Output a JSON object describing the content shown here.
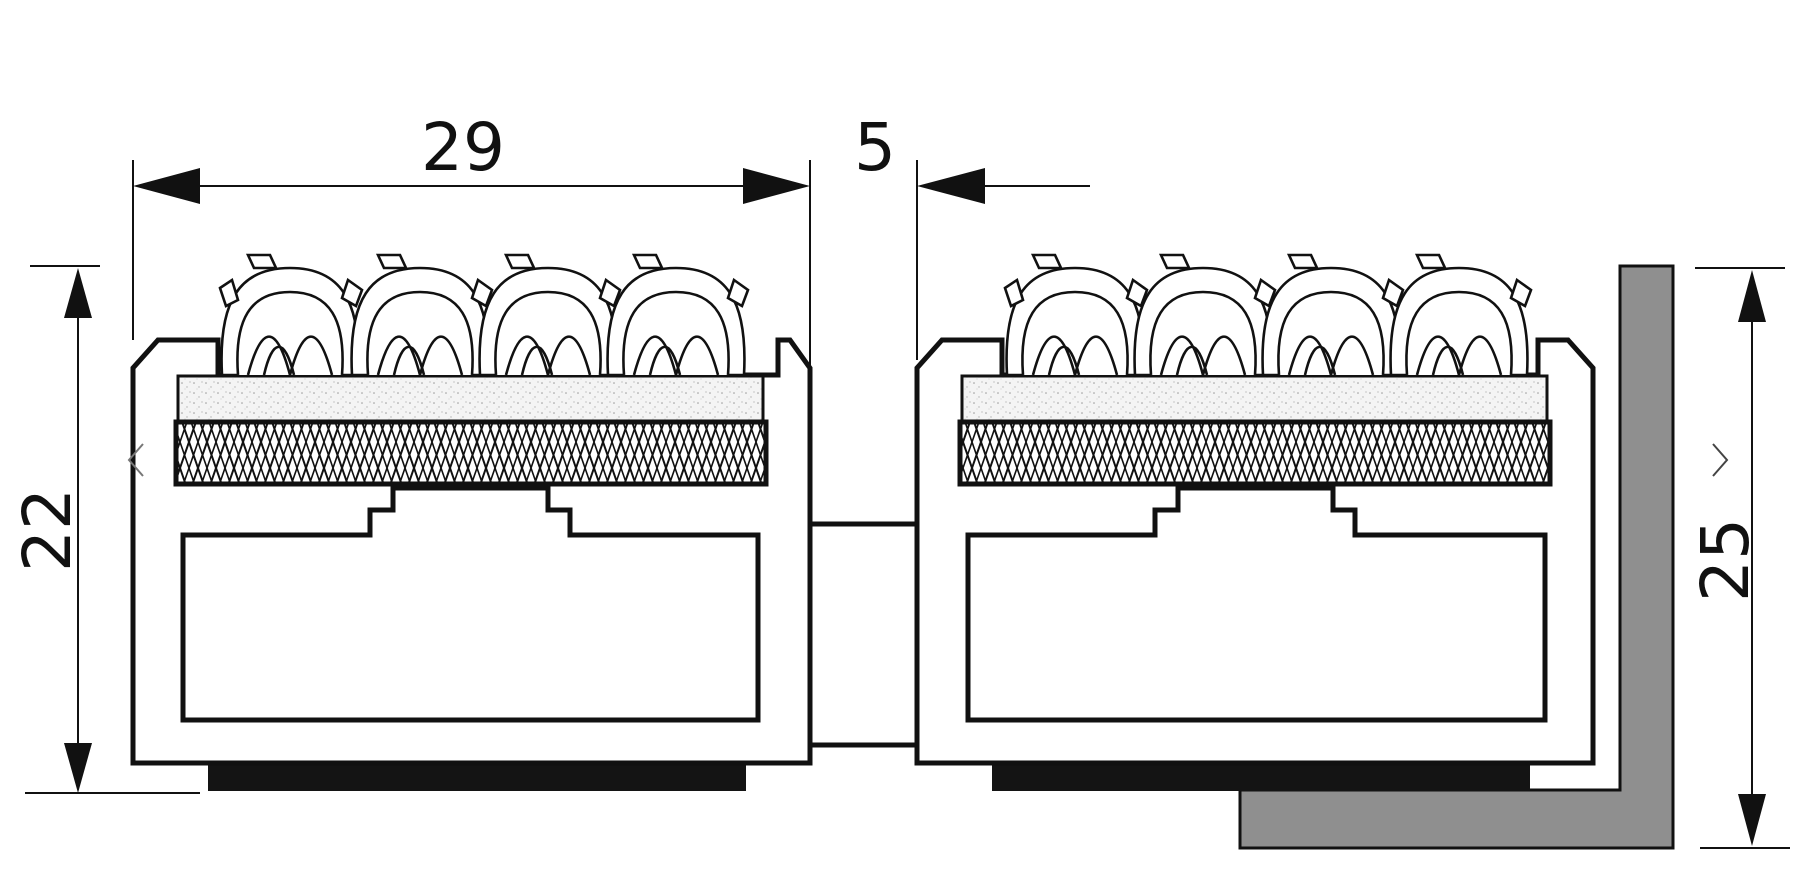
{
  "diagram": {
    "dimensions": {
      "segment_width": "29",
      "gap_width": "5",
      "left_height": "22",
      "right_height": "25"
    },
    "colors": {
      "line": "#111111",
      "angle_profile": "#8f8f8f",
      "rubber_base": "#141414",
      "felt": "#f2f2f2"
    }
  },
  "carousel": {
    "prev_icon": "chevron-left-icon",
    "next_icon": "chevron-right-icon"
  }
}
